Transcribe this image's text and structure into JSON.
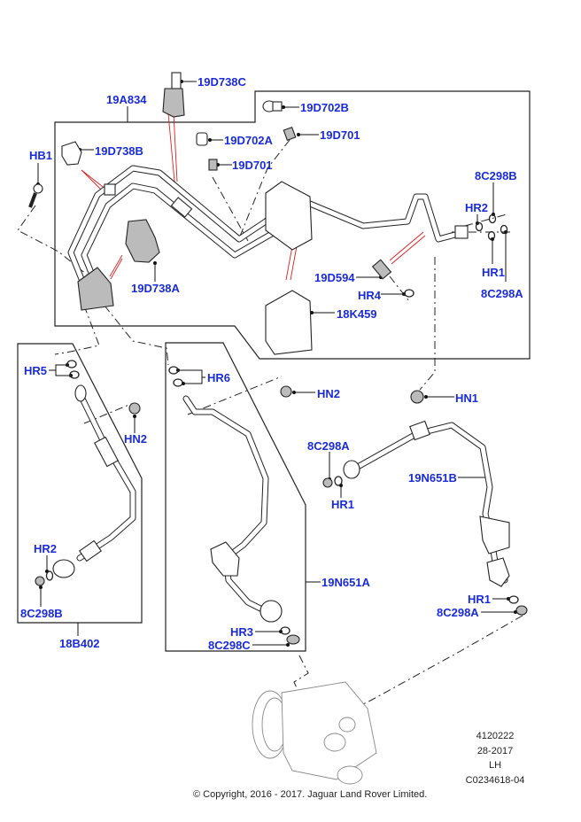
{
  "diagram": {
    "title_ref": "Air conditioning lines - LH",
    "accent_color": "#1a2bd8",
    "leader_color": "#111111",
    "callout_color": "#e02020",
    "labels": {
      "c19D738C": "19D738C",
      "c19A834": "19A834",
      "c19D702B": "19D702B",
      "c19D702A": "19D702A",
      "c19D701_a": "19D701",
      "c19D701_b": "19D701",
      "c19D738B": "19D738B",
      "cHB1": "HB1",
      "c8C298B_top": "8C298B",
      "cHR2_top": "HR2",
      "cHR1_top": "HR1",
      "c8C298A_top": "8C298A",
      "c19D594": "19D594",
      "cHR4": "HR4",
      "c19D738A": "19D738A",
      "c18K459": "18K459",
      "cHR5": "HR5",
      "cHN2_left": "HN2",
      "cHR2_left": "HR2",
      "c8C298B_left": "8C298B",
      "c18B402": "18B402",
      "cHR6": "HR6",
      "cHN2_mid": "HN2",
      "cHN1": "HN1",
      "c8C298A_mid": "8C298A",
      "cHR1_mid": "HR1",
      "c19N651B": "19N651B",
      "c19N651A": "19N651A",
      "cHR3": "HR3",
      "c8C298C": "8C298C",
      "cHR1_bot": "HR1",
      "c8C298A_bot": "8C298A"
    },
    "meta": {
      "ref_number": "4120222",
      "week_year": "28-2017",
      "side": "LH",
      "illustration_id": "C0234618-04"
    },
    "copyright": "© Copyright, 2016 - 2017. Jaguar Land Rover Limited."
  }
}
